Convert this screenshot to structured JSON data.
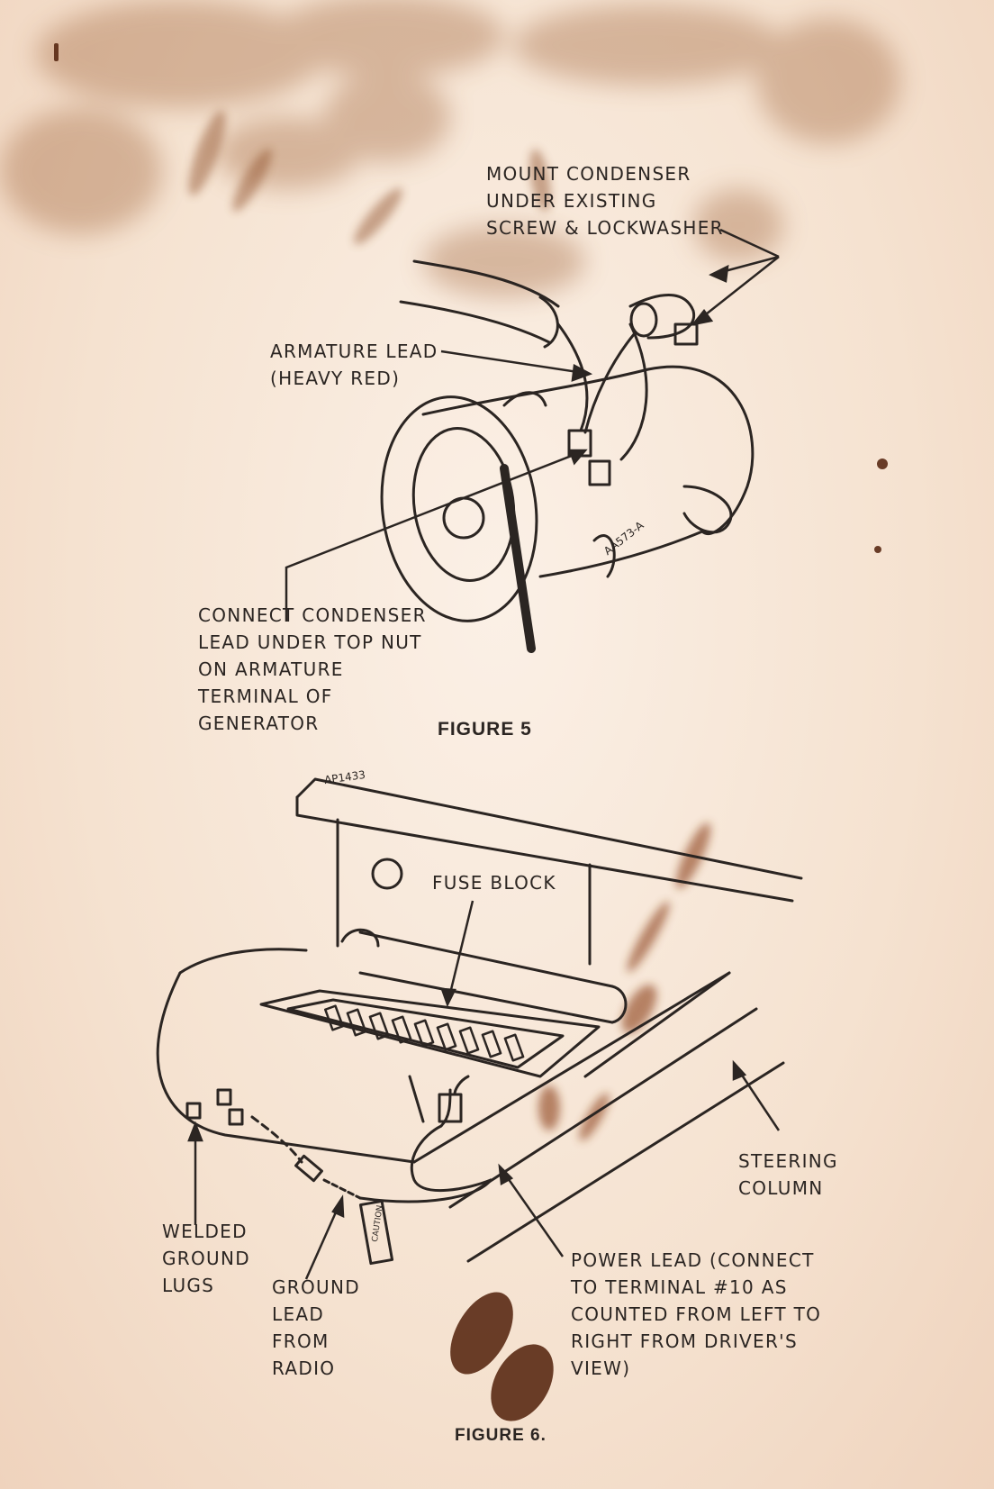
{
  "figure5": {
    "caption": "FIGURE 5",
    "part_code": "AA573-A",
    "labels": {
      "mount_condenser": [
        "MOUNT CONDENSER",
        "UNDER EXISTING",
        "SCREW & LOCKWASHER"
      ],
      "armature_lead": [
        "ARMATURE LEAD",
        "(HEAVY RED)"
      ],
      "connect_condenser": [
        "CONNECT CONDENSER",
        "LEAD UNDER TOP NUT",
        "ON ARMATURE",
        "TERMINAL OF",
        "GENERATOR"
      ]
    }
  },
  "figure6": {
    "caption": "FIGURE 6.",
    "part_code": "AP1433",
    "caution_tag": "CAUTION",
    "labels": {
      "fuse_block": [
        "FUSE BLOCK"
      ],
      "steering_column": [
        "STEERING",
        "COLUMN"
      ],
      "welded_ground_lugs": [
        "WELDED",
        "GROUND",
        "LUGS"
      ],
      "ground_lead": [
        "GROUND",
        "LEAD",
        "FROM",
        "RADIO"
      ],
      "power_lead": [
        "POWER LEAD (CONNECT",
        "TO TERMINAL #10 AS",
        "COUNTED FROM LEFT TO",
        "RIGHT FROM DRIVER'S",
        "VIEW)"
      ]
    }
  },
  "colors": {
    "paper": "#f6e6d6",
    "ink": "#2b2522",
    "stain_brown": "#9a5a2e",
    "stain_dark": "#5a2a14"
  }
}
